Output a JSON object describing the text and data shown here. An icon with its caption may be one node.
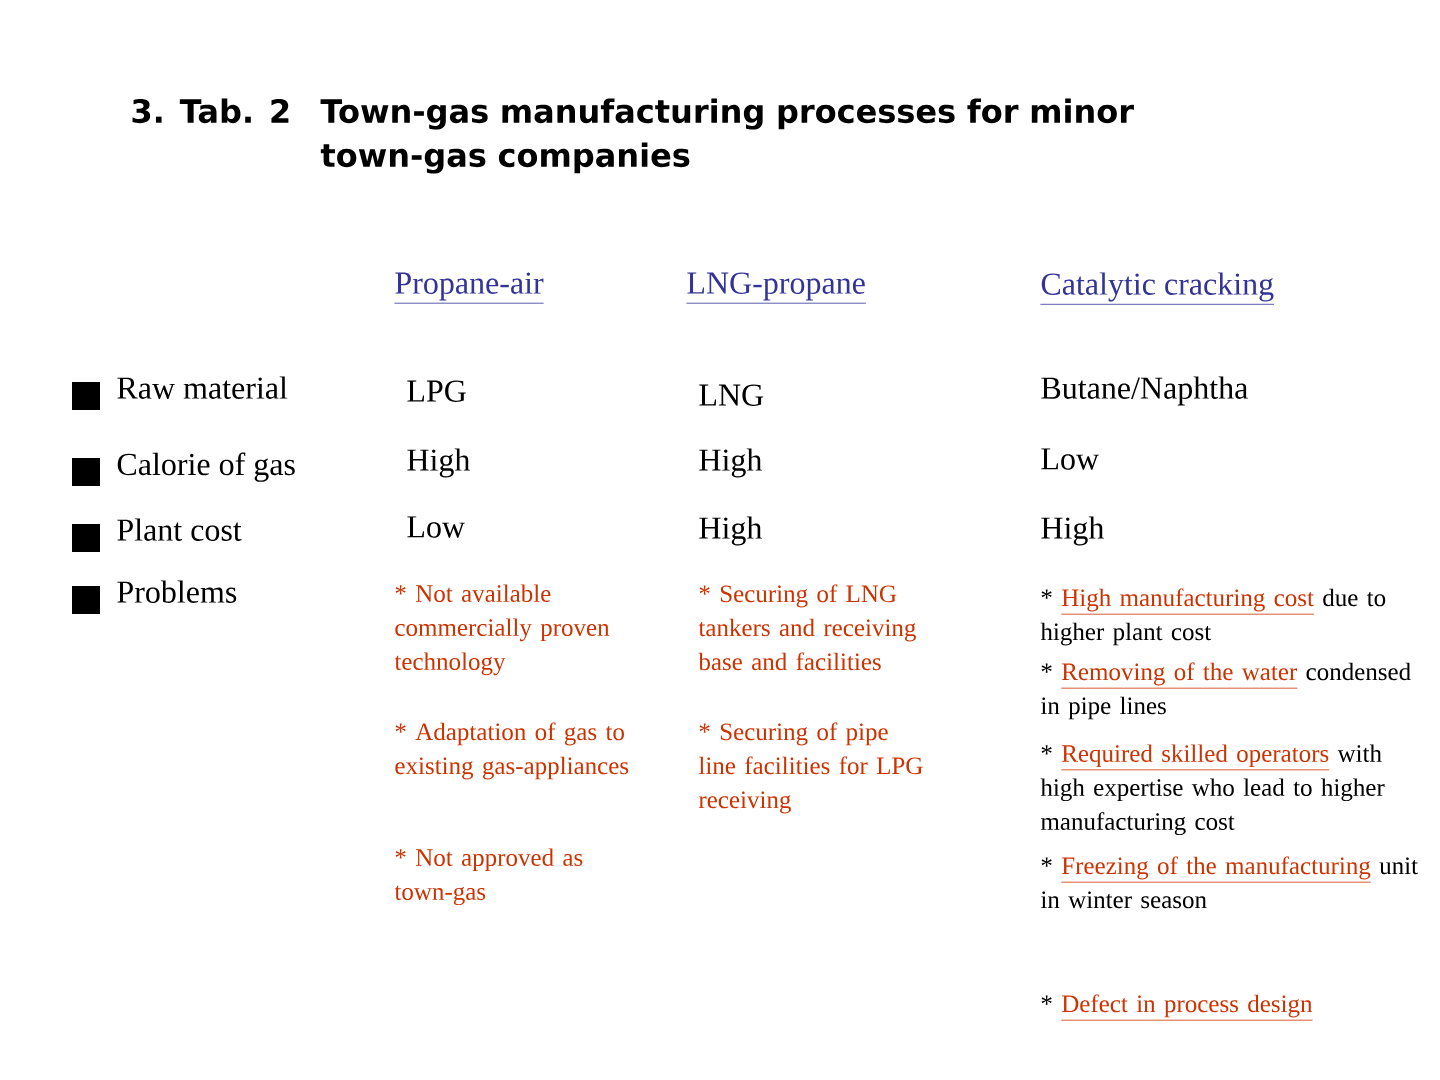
{
  "diagram": {
    "title": "Town-gas manufacturing processes for minor town-gas companies",
    "labels": [
      "3. Tab. 2",
      "Propane-air",
      "LNG-propane",
      "Catalytic cracking",
      "Raw material",
      "LPG",
      "LNG",
      "Butane/Naphtha",
      "Calorie of gas",
      "High",
      "High",
      "Low",
      "Plant cost",
      "Low",
      "High",
      "High",
      "Problems",
      "* Not available commercially proven technology",
      "* Adaptation of gas to existing gas-appliances",
      "* Not approved as town-gas",
      "* Securing of LNG tankers and receiving base and facilities",
      "* Securing of pipe line facilities for LPG receiving",
      "*",
      "High manufacturing cost",
      "due to higher plant cost",
      "*",
      "Removing of the water",
      "condensed in pipe lines",
      "*",
      "Required skilled operators",
      "with high expertise who lead to higher manufacturing cost",
      "*",
      "Freezing of the manufacturing",
      "unit in winter season",
      "*",
      "Defect in process design"
    ]
  }
}
